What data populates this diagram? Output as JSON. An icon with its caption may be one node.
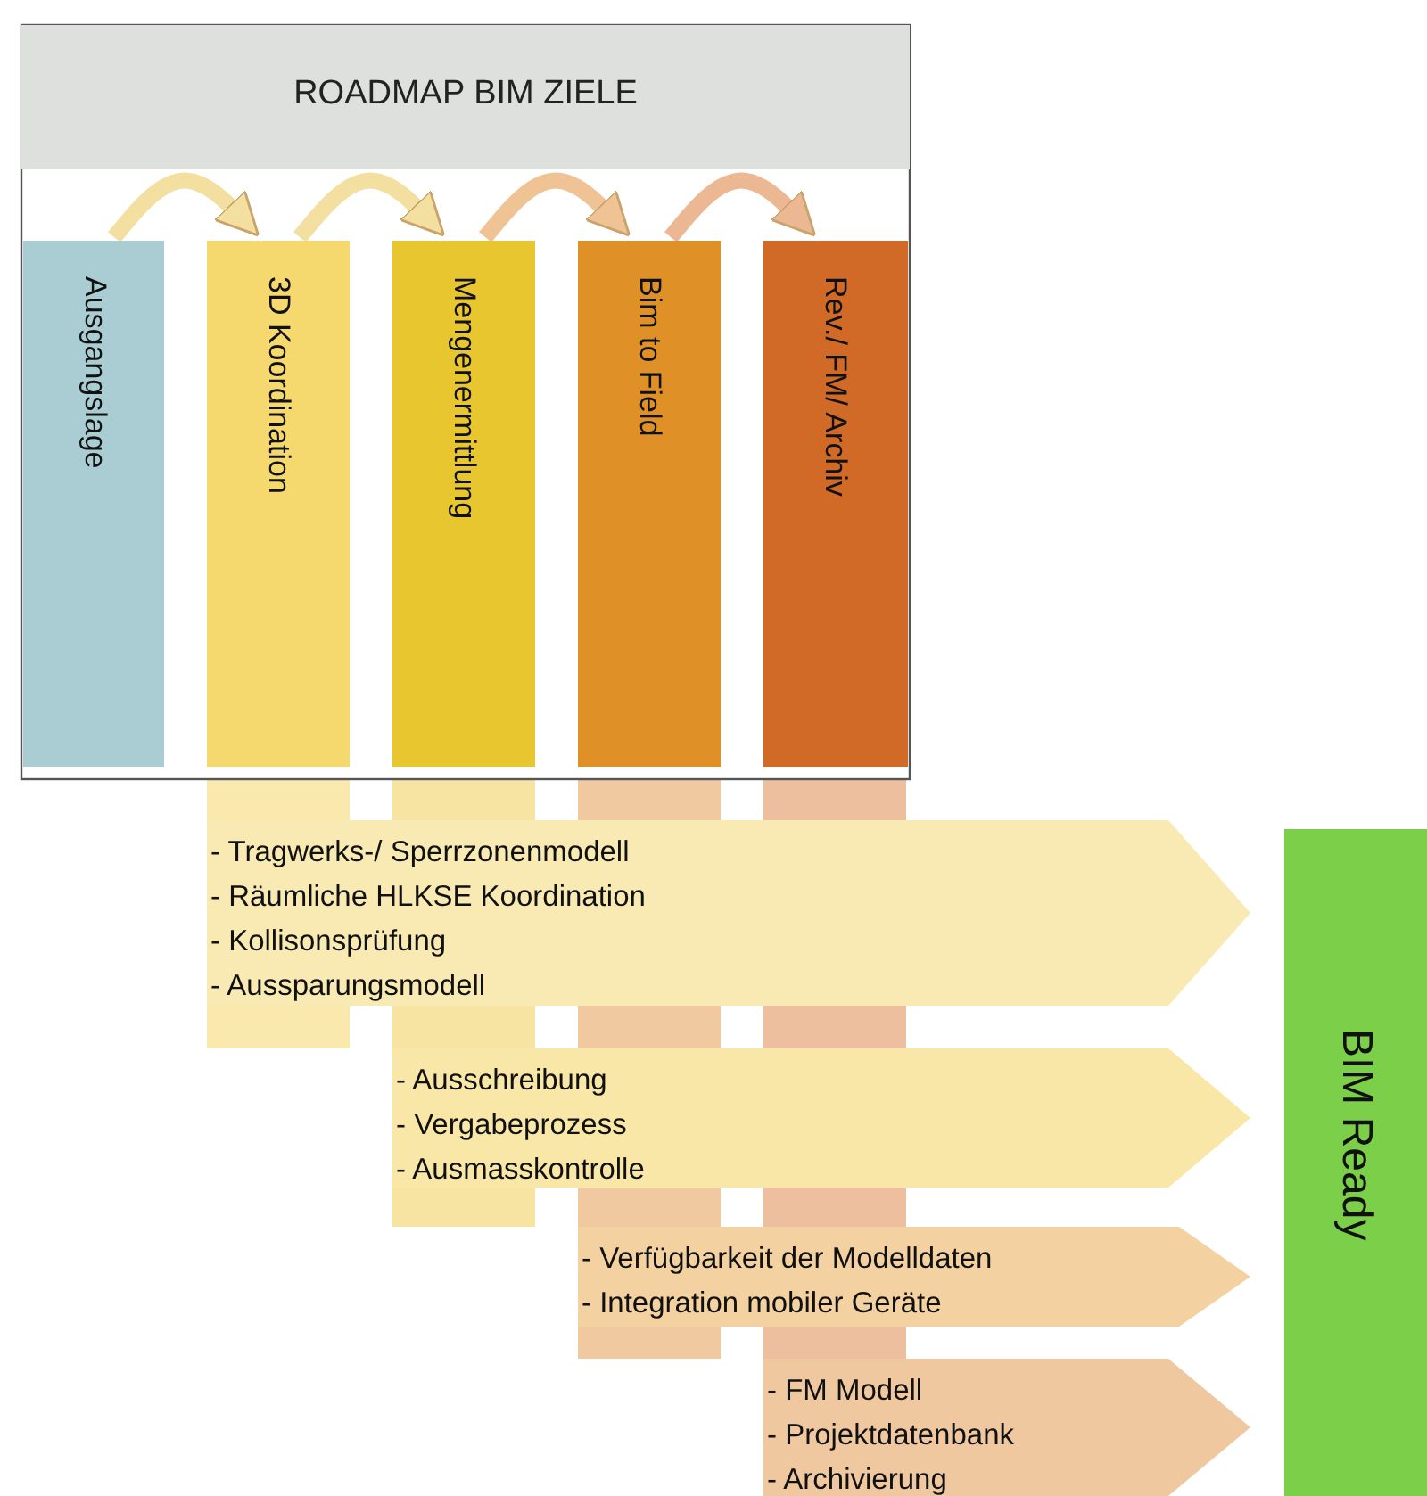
{
  "diagram": {
    "nodes": [
      {
        "text": [
          "ROADMAP BIM ZIELE"
        ]
      },
      {
        "text": [
          "Ausgangslage"
        ]
      },
      {
        "text": [
          "3D Koordination"
        ]
      },
      {
        "text": [
          "Mengenermittlung"
        ]
      },
      {
        "text": [
          "Bim to Field"
        ]
      },
      {
        "text": [
          "Rev./ FM/ Archiv"
        ]
      },
      {
        "text": [
          "- Tragwerks-/ Sperrzonenmodell",
          "- Räumliche HLKSE Koordination",
          "- Kollisonsprüfung",
          "- Aussparungsmodell"
        ]
      },
      {
        "text": [
          "- Ausschreibung",
          "- Vergabeprozess",
          "- Ausmasskontrolle"
        ]
      },
      {
        "text": [
          "- Verfügbarkeit der Modelldaten",
          "- Integration mobiler Geräte"
        ]
      },
      {
        "text": [
          "- FM Modell",
          "- Projektdatenbank",
          "- Archivierung"
        ]
      },
      {
        "text": [
          "BIM Ready"
        ]
      }
    ],
    "edges": [
      {
        "from": 1,
        "to": 2,
        "arrow": "to",
        "color": "#f3dfa0"
      },
      {
        "from": 2,
        "to": 3,
        "arrow": "to",
        "color": "#f3dfa0"
      },
      {
        "from": 3,
        "to": 4,
        "arrow": "to",
        "color": "#efc393"
      },
      {
        "from": 4,
        "to": 5,
        "arrow": "to",
        "color": "#ecb894"
      }
    ]
  }
}
